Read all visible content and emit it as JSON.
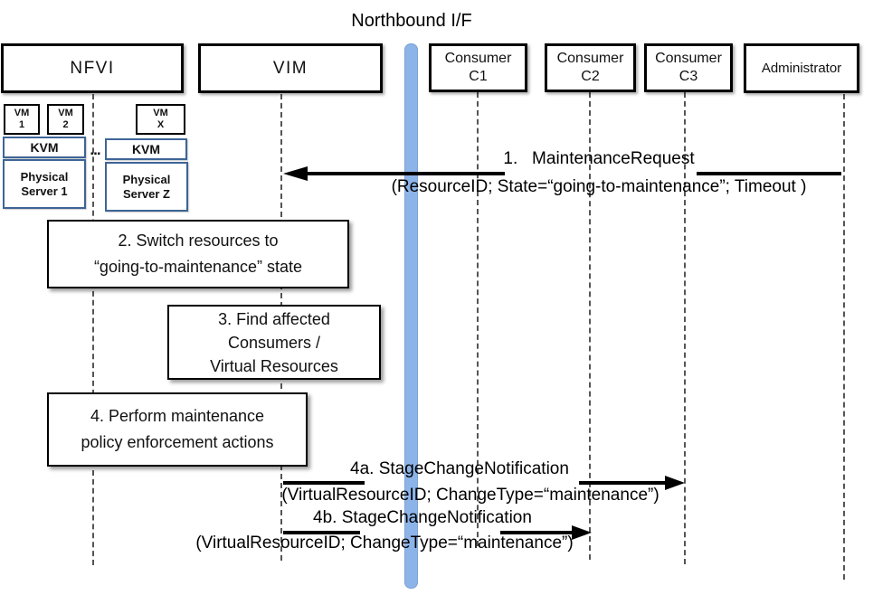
{
  "title": "Northbound I/F",
  "actors": {
    "nfvi": {
      "label": "NFVI"
    },
    "vim": {
      "label": "VIM"
    },
    "c1": {
      "line1": "Consumer",
      "line2": "C1"
    },
    "c2": {
      "line1": "Consumer",
      "line2": "C2"
    },
    "c3": {
      "line1": "Consumer",
      "line2": "C3"
    },
    "admin": {
      "label": "Administrator"
    }
  },
  "infra": {
    "vm1": {
      "line1": "VM",
      "line2": "1"
    },
    "vm2": {
      "line1": "VM",
      "line2": "2"
    },
    "vmx": {
      "line1": "VM",
      "line2": "X"
    },
    "kvm_left": "KVM",
    "kvm_right": "KVM",
    "ellipsis": "...",
    "ps1": {
      "line1": "Physical",
      "line2": "Server 1"
    },
    "psz": {
      "line1": "Physical",
      "line2": "Server Z"
    }
  },
  "messages": {
    "m1": {
      "label": "1.   MaintenanceRequest",
      "params": "(ResourceID; State=“going-to-maintenance”; Timeout )",
      "from": "Administrator",
      "to": "VIM"
    },
    "m4a": {
      "label": "4a. StageChangeNotification",
      "params": "(VirtualResourceID; ChangeType=“maintenance”)",
      "from": "VIM",
      "to": "Consumer C3"
    },
    "m4b": {
      "label": "4b. StageChangeNotification",
      "params": "(VirtualResourceID; ChangeType=“maintenance”)",
      "from": "VIM",
      "to": "Consumer C2"
    }
  },
  "activities": {
    "a2": {
      "line1": "2. Switch resources to",
      "line2": "“going-to-maintenance” state"
    },
    "a3": {
      "line1": "3. Find affected",
      "line2": "Consumers /",
      "line3": "Virtual Resources"
    },
    "a4": {
      "line1": "4. Perform maintenance",
      "line2": "policy enforcement actions"
    }
  },
  "colors": {
    "bar_fill": "#8db4e8",
    "bar_border": "#7da2d4",
    "blue_border": "#3e6596",
    "line_black": "#000000",
    "lifeline_gray": "#555555",
    "text_black": "#111111"
  }
}
